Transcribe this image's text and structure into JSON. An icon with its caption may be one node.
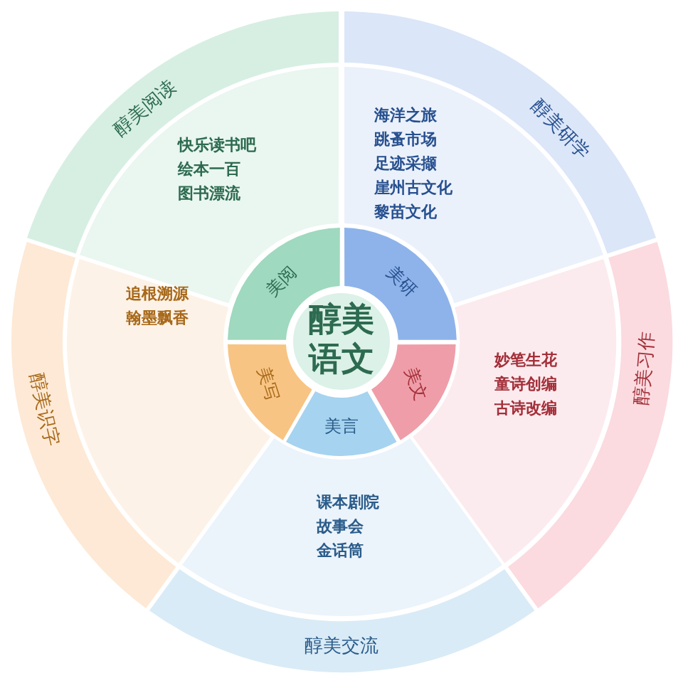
{
  "diagram": {
    "nodes": [
      {
        "text": [
          "醇美语文"
        ]
      },
      {
        "text": [
          "美阅"
        ]
      },
      {
        "text": [
          "美研"
        ]
      },
      {
        "text": [
          "美文"
        ]
      },
      {
        "text": [
          "美言"
        ]
      },
      {
        "text": [
          "美写"
        ]
      },
      {
        "text": [
          "快乐读书吧",
          "绘本一百",
          "图书漂流"
        ]
      },
      {
        "text": [
          "海洋之旅",
          "跳蚤市场",
          "足迹采撷",
          "崖州古文化",
          "黎苗文化"
        ]
      },
      {
        "text": [
          "妙笔生花",
          "童诗创编",
          "古诗改编"
        ]
      },
      {
        "text": [
          "课本剧院",
          "故事会",
          "金话筒"
        ]
      },
      {
        "text": [
          "追根溯源",
          "翰墨飘香"
        ]
      },
      {
        "text": [
          "醇美阅读"
        ]
      },
      {
        "text": [
          "醇美研学"
        ]
      },
      {
        "text": [
          "醇美习作"
        ]
      },
      {
        "text": [
          "醇美交流"
        ]
      },
      {
        "text": [
          "醇美识字"
        ]
      }
    ]
  }
}
